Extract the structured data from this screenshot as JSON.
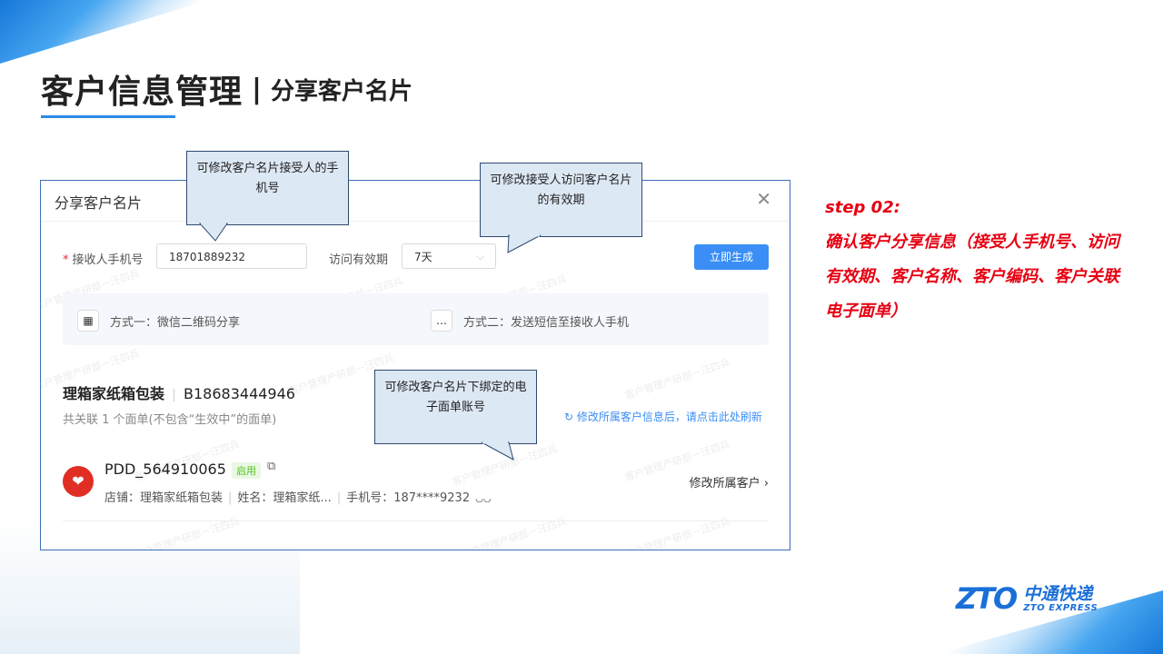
{
  "slide": {
    "title_main": "客户信息管理",
    "title_sep": "|",
    "title_sub": "分享客户名片"
  },
  "dialog": {
    "title": "分享客户名片",
    "close_icon": "close-icon",
    "phone_label": "接收人手机号",
    "required_mark": "*",
    "phone_value": "18701889232",
    "validity_label": "访问有效期",
    "validity_value": "7天",
    "generate_button": "立即生成",
    "method1_label": "方式一：微信二维码分享",
    "method2_label": "方式二：发送短信至接收人手机",
    "customer_name": "理箱家纸箱包装",
    "customer_code": "B18683444946",
    "linked_note": "共关联 1 个面单(不包含“生效中”的面单)",
    "refresh_link": "修改所属客户信息后，请点击此处刷新",
    "account": {
      "logo_icon": "pinduoduo-logo-icon",
      "id": "PDD_564910065",
      "status": "启用",
      "shop_label": "店铺：理箱家纸箱包装",
      "name_label": "姓名：理箱家纸...",
      "phone_label": "手机号：187****9232",
      "change_owner_link": "修改所属客户"
    },
    "watermark": "客户管理产研部－汪四兵"
  },
  "callouts": {
    "phone": "可修改客户名片接受人的手机号",
    "validity": "可修改接受人访问客户名片的有效期",
    "account": "可修改客户名片下绑定的电子面单账号"
  },
  "step": {
    "heading": "step 02:",
    "text": "确认客户分享信息（接受人手机号、访问有效期、客户名称、客户编码、客户关联电子面单）"
  },
  "brand": {
    "mark": "ZTO",
    "cn": "中通快递",
    "en": "ZTO EXPRESS"
  },
  "colors": {
    "accent": "#3a8ef5",
    "step_red": "#e60012",
    "brand_blue": "#1a6fd8"
  }
}
